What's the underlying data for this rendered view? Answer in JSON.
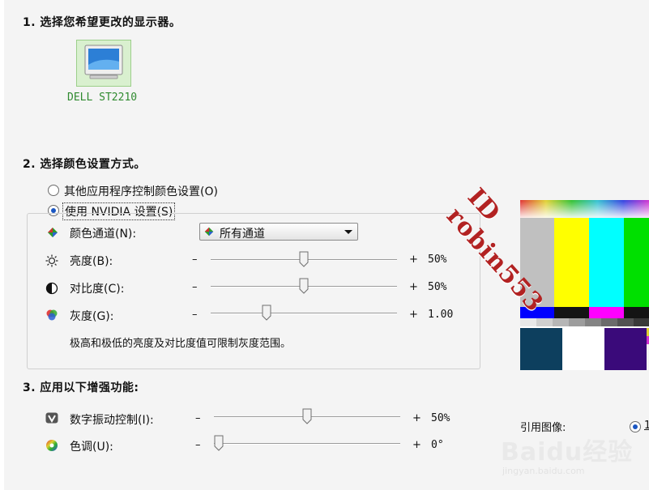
{
  "section1": {
    "title": "1. 选择您希望更改的显示器。",
    "monitor_label": "DELL ST2210"
  },
  "section2": {
    "title": "2. 选择颜色设置方式。",
    "option_other": "其他应用程序控制颜色设置(O)",
    "option_nvidia": "使用 NVIDIA 设置(S)",
    "channel_label": "颜色通道(N):",
    "channel_value": "所有通道",
    "brightness_label": "亮度(B):",
    "brightness_value": "50%",
    "brightness_level": 0.5,
    "contrast_label": "对比度(C):",
    "contrast_value": "50%",
    "contrast_level": 0.5,
    "gamma_label": "灰度(G):",
    "gamma_value": "1.00",
    "gamma_level": 0.29,
    "note": "极高和极低的亮度及对比度值可限制灰度范围。"
  },
  "section3": {
    "title": "3. 应用以下增强功能:",
    "vibrance_label": "数字振动控制(I):",
    "vibrance_value": "50%",
    "vibrance_level": 0.5,
    "hue_label": "色调(U):",
    "hue_value": "0°",
    "hue_level": 0.0
  },
  "reference": {
    "label": "引用图像:",
    "radio_label": "1"
  },
  "signs": {
    "minus": "–",
    "plus": "+"
  },
  "watermark": {
    "text": "ID robin553",
    "baidu": "Baidu经验",
    "url": "jingyan.baidu.com"
  },
  "colors": {
    "accent": "#1a56c2",
    "monitor_label": "#2f8a2f",
    "watermark": "#b22222"
  }
}
